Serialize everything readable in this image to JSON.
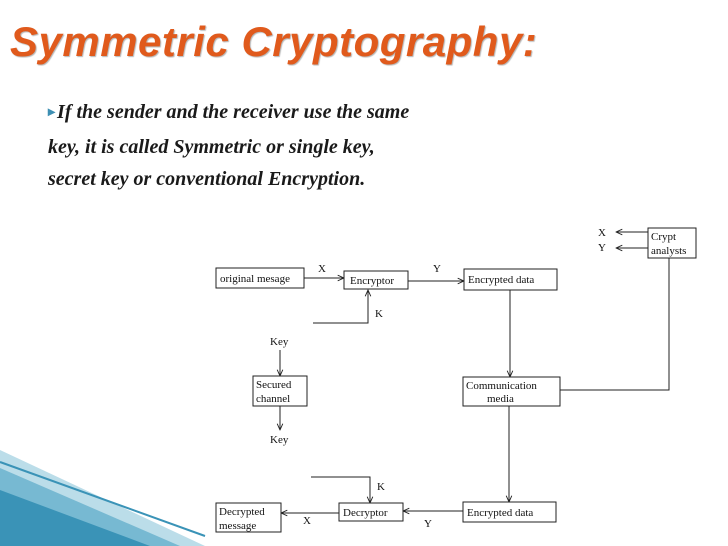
{
  "title": "Symmetric Cryptography:",
  "bullet": {
    "line1": "If the sender and the receiver use the same",
    "line2": "key, it  is called Symmetric or single key,",
    "line3": "secret  key or conventional Encryption."
  },
  "diagram": {
    "original_message": "original mesage",
    "encryptor": "Encryptor",
    "encrypted_data_top": "Encrypted data",
    "encrypted_data_bottom": "Encrypted data",
    "communication_media_line1": "Communication",
    "communication_media_line2": "media",
    "crypt_analysts_line1": "Crypt",
    "crypt_analysts_line2": "analysts",
    "key_top": "Key",
    "key_bottom": "Key",
    "secured_channel_line1": "Secured",
    "secured_channel_line2": "channel",
    "decryptor": "Decryptor",
    "decrypted_message_line1": "Decrypted",
    "decrypted_message_line2": "message",
    "x_label": "X",
    "y_label": "Y",
    "k_label": "K"
  },
  "colors": {
    "title": "#e05a1c",
    "bullet_marker": "#3d8fb3",
    "decoration": "#3a93b7"
  }
}
